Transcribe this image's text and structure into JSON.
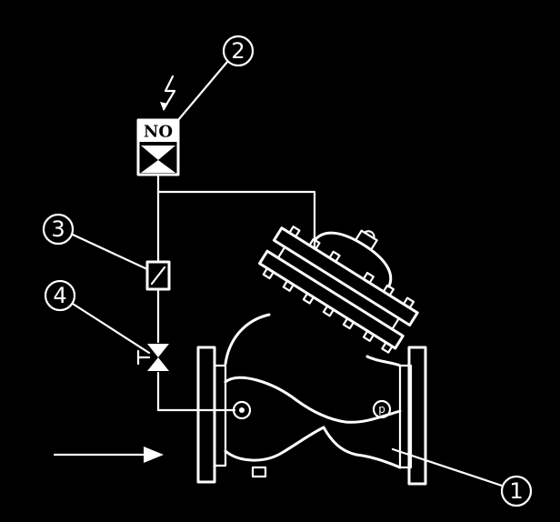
{
  "callouts": [
    {
      "id": "1",
      "label": "1"
    },
    {
      "id": "2",
      "label": "2"
    },
    {
      "id": "3",
      "label": "3"
    },
    {
      "id": "4",
      "label": "4"
    }
  ],
  "solenoid": {
    "label": "NO"
  },
  "ports": {
    "right_port": "p"
  }
}
